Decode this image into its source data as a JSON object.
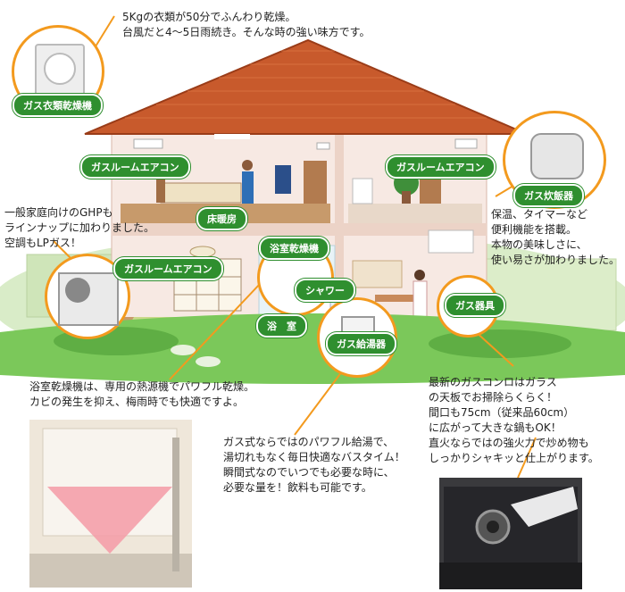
{
  "labels": {
    "dryer": "ガス衣類乾燥機",
    "aircon_top_left": "ガスルームエアコン",
    "floor_heating": "床暖房",
    "aircon_top_right": "ガスルームエアコン",
    "rice_cooker": "ガス炊飯器",
    "bath_dryer": "浴室乾燥機",
    "aircon_mid": "ガスルームエアコン",
    "shower": "シャワー",
    "bath": "浴　室",
    "gas_appliance": "ガス器具",
    "water_heater": "ガス給湯器"
  },
  "texts": {
    "dryer_desc": "5Kgの衣類が50分でふんわり乾燥。\n台風だと4〜5日雨続き。そんな時の強い味方です。",
    "ghp_desc": "一般家庭向けのGHPも\nラインナップに加わりました。\n空調もLPガス！",
    "rice_desc": "保温、タイマーなど\n便利機能を搭載。\n本物の美味しさに、\n使い易さが加わりました。",
    "bath_desc": "浴室乾燥機は、専用の熱源機でパワフル乾燥。\nカビの発生を抑え、梅雨時でも快適ですよ。",
    "heater_desc": "ガス式ならではのパワフル給湯で、\n湯切れもなく毎日快適なバスタイム！\n瞬間式なのでいつでも必要な時に、\n必要な量を！飲料も可能です。",
    "stove_desc": "最新のガスコンロはガラス\nの天板でお掃除らくらく！\n間口も75cm（従来品60cm）\nに広がって大きな鍋もOK！\n直火ならではの強火力で炒め物も\nしっかりシャキッと仕上がります。"
  },
  "colors": {
    "label_green": "#2f8f2f",
    "callout_orange": "#f39a1e",
    "roof": "#c8552a",
    "wall": "#f6e6df",
    "grass": "#6cc24a"
  }
}
